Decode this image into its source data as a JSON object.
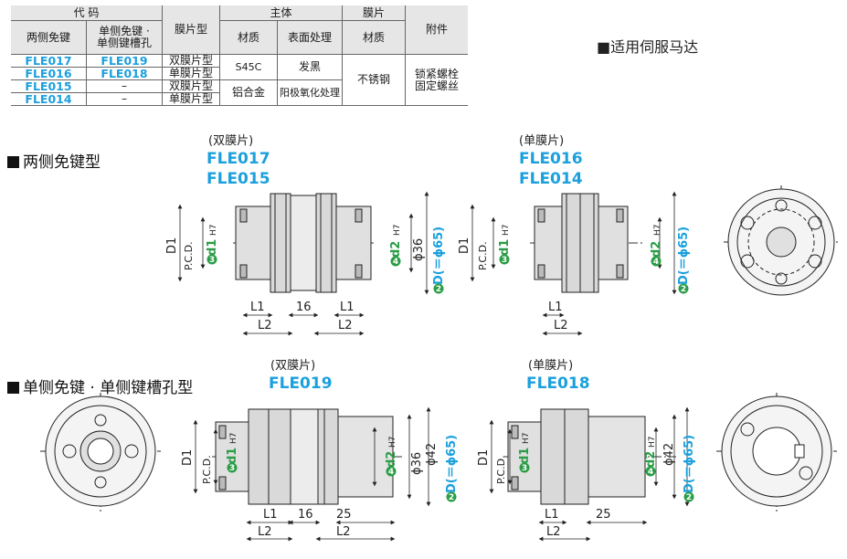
{
  "table": {
    "h_code": "代 码",
    "h_two_side": "两侧免键",
    "h_single_1": "单侧免键 ·",
    "h_single_2": "单侧键槽孔",
    "h_diaphragm_type": "膜片型",
    "h_body": "主体",
    "h_film": "膜片",
    "h_accessory": "附件",
    "h_material": "材质",
    "h_surface": "表面处理",
    "h_material2": "材质",
    "rows": [
      {
        "a": "FLE017",
        "b": "FLE019",
        "type": "双膜片型"
      },
      {
        "a": "FLE016",
        "b": "FLE018",
        "type": "单膜片型"
      },
      {
        "a": "FLE015",
        "b": "–",
        "type": "双膜片型"
      },
      {
        "a": "FLE014",
        "b": "–",
        "type": "单膜片型"
      }
    ],
    "mat_s45c": "S45C",
    "surf_black": "发黑",
    "mat_al": "铝合金",
    "surf_anod": "阳极氧化处理",
    "film_mat": "不锈钢",
    "acc_1": "锁紧螺栓",
    "acc_2": "固定螺丝"
  },
  "servo_note": "■适用伺服马达",
  "sections": {
    "two_side": "两侧免键型",
    "single_side": "单侧免键 · 单侧键槽孔型"
  },
  "groups": {
    "g1_paren": "(双膜片)",
    "g1_code1": "FLE017",
    "g1_code2": "FLE015",
    "g2_paren": "(单膜片)",
    "g2_code1": "FLE016",
    "g2_code2": "FLE014",
    "g3_paren": "(双膜片)",
    "g3_code1": "FLE019",
    "g4_paren": "(单膜片)",
    "g4_code1": "FLE018"
  },
  "dims": {
    "D1": "D1",
    "PCD": "P.C.D.",
    "d1": "d1",
    "H7": "H7",
    "d2": "d2",
    "n3": "3",
    "n4": "4",
    "n2": "2",
    "phi36": "ϕ36",
    "phi42": "ϕ42",
    "D_full": "D(＝ϕ65)",
    "L1": "L1",
    "L2": "L2",
    "v16": "16",
    "v25": "25"
  },
  "colors": {
    "accent": "#1ba0dd",
    "badge": "#2a9d46",
    "body": "#c8c8c8"
  }
}
